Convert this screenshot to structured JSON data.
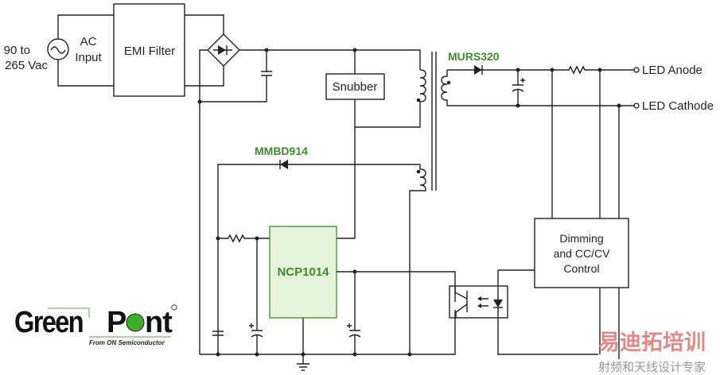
{
  "source": {
    "label_line1": "90 to",
    "label_line2": "265 Vac",
    "name_line1": "AC",
    "name_line2": "Input"
  },
  "blocks": {
    "emi_filter": "EMI Filter",
    "snubber": "Snubber",
    "controller": "NCP1014",
    "control_line1": "Dimming",
    "control_line2": "and CC/CV",
    "control_line3": "Control"
  },
  "components": {
    "output_diode": "MURS320",
    "aux_diode": "MMBD914"
  },
  "outputs": {
    "anode": "LED Anode",
    "cathode": "LED Cathode"
  },
  "logo": {
    "name": "GreenPoint",
    "tagline": "From ON Semiconductor"
  },
  "watermark": {
    "line1": "易迪拓培训",
    "line2": "射频和天线设计专家"
  },
  "colors": {
    "accent_green": "#3f8a2e",
    "ic_fill": "#e6f4dc",
    "ic_stroke": "#5fa640"
  }
}
